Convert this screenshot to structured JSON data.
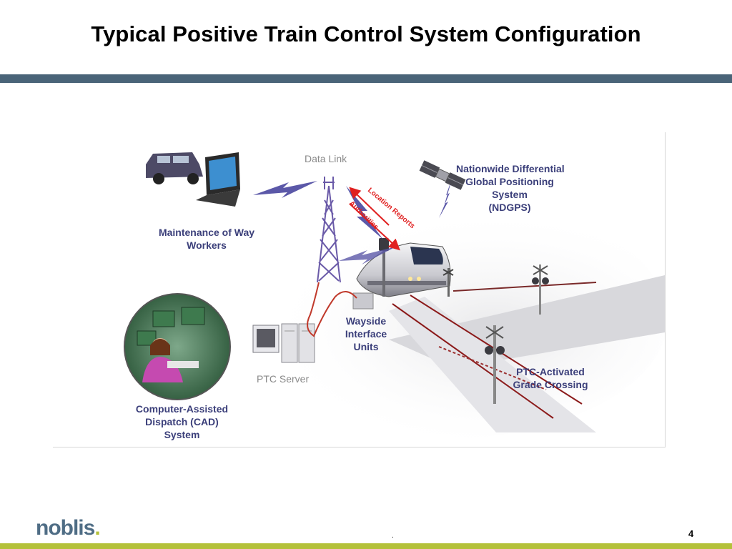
{
  "title": "Typical Positive Train Control System Configuration",
  "diagram": {
    "labels": {
      "data_link": "Data Link",
      "ndgps_line1": "Nationwide Differential",
      "ndgps_line2": "Global Positioning",
      "ndgps_line3": "System",
      "ndgps_line4": "(NDGPS)",
      "mow_line1": "Maintenance of Way",
      "mow_line2": "Workers",
      "wiu_line1": "Wayside",
      "wiu_line2": "Interface",
      "wiu_line3": "Units",
      "ptc_server": "PTC Server",
      "cad_line1": "Computer-Assisted",
      "cad_line2": "Dispatch (CAD)",
      "cad_line3": "System",
      "grade_line1": "PTC-Activated",
      "grade_line2": "Grade Crossing",
      "location_reports": "Location Reports",
      "authorities": "Authorities"
    },
    "colors": {
      "label": "#3b3f7a",
      "arrow": "#e02020",
      "tower": "#6a5aa8",
      "cable": "#c0392b"
    }
  },
  "footer": {
    "logo": "noblis",
    "logo_dot": ".",
    "center_mark": ".",
    "page_number": "4"
  }
}
